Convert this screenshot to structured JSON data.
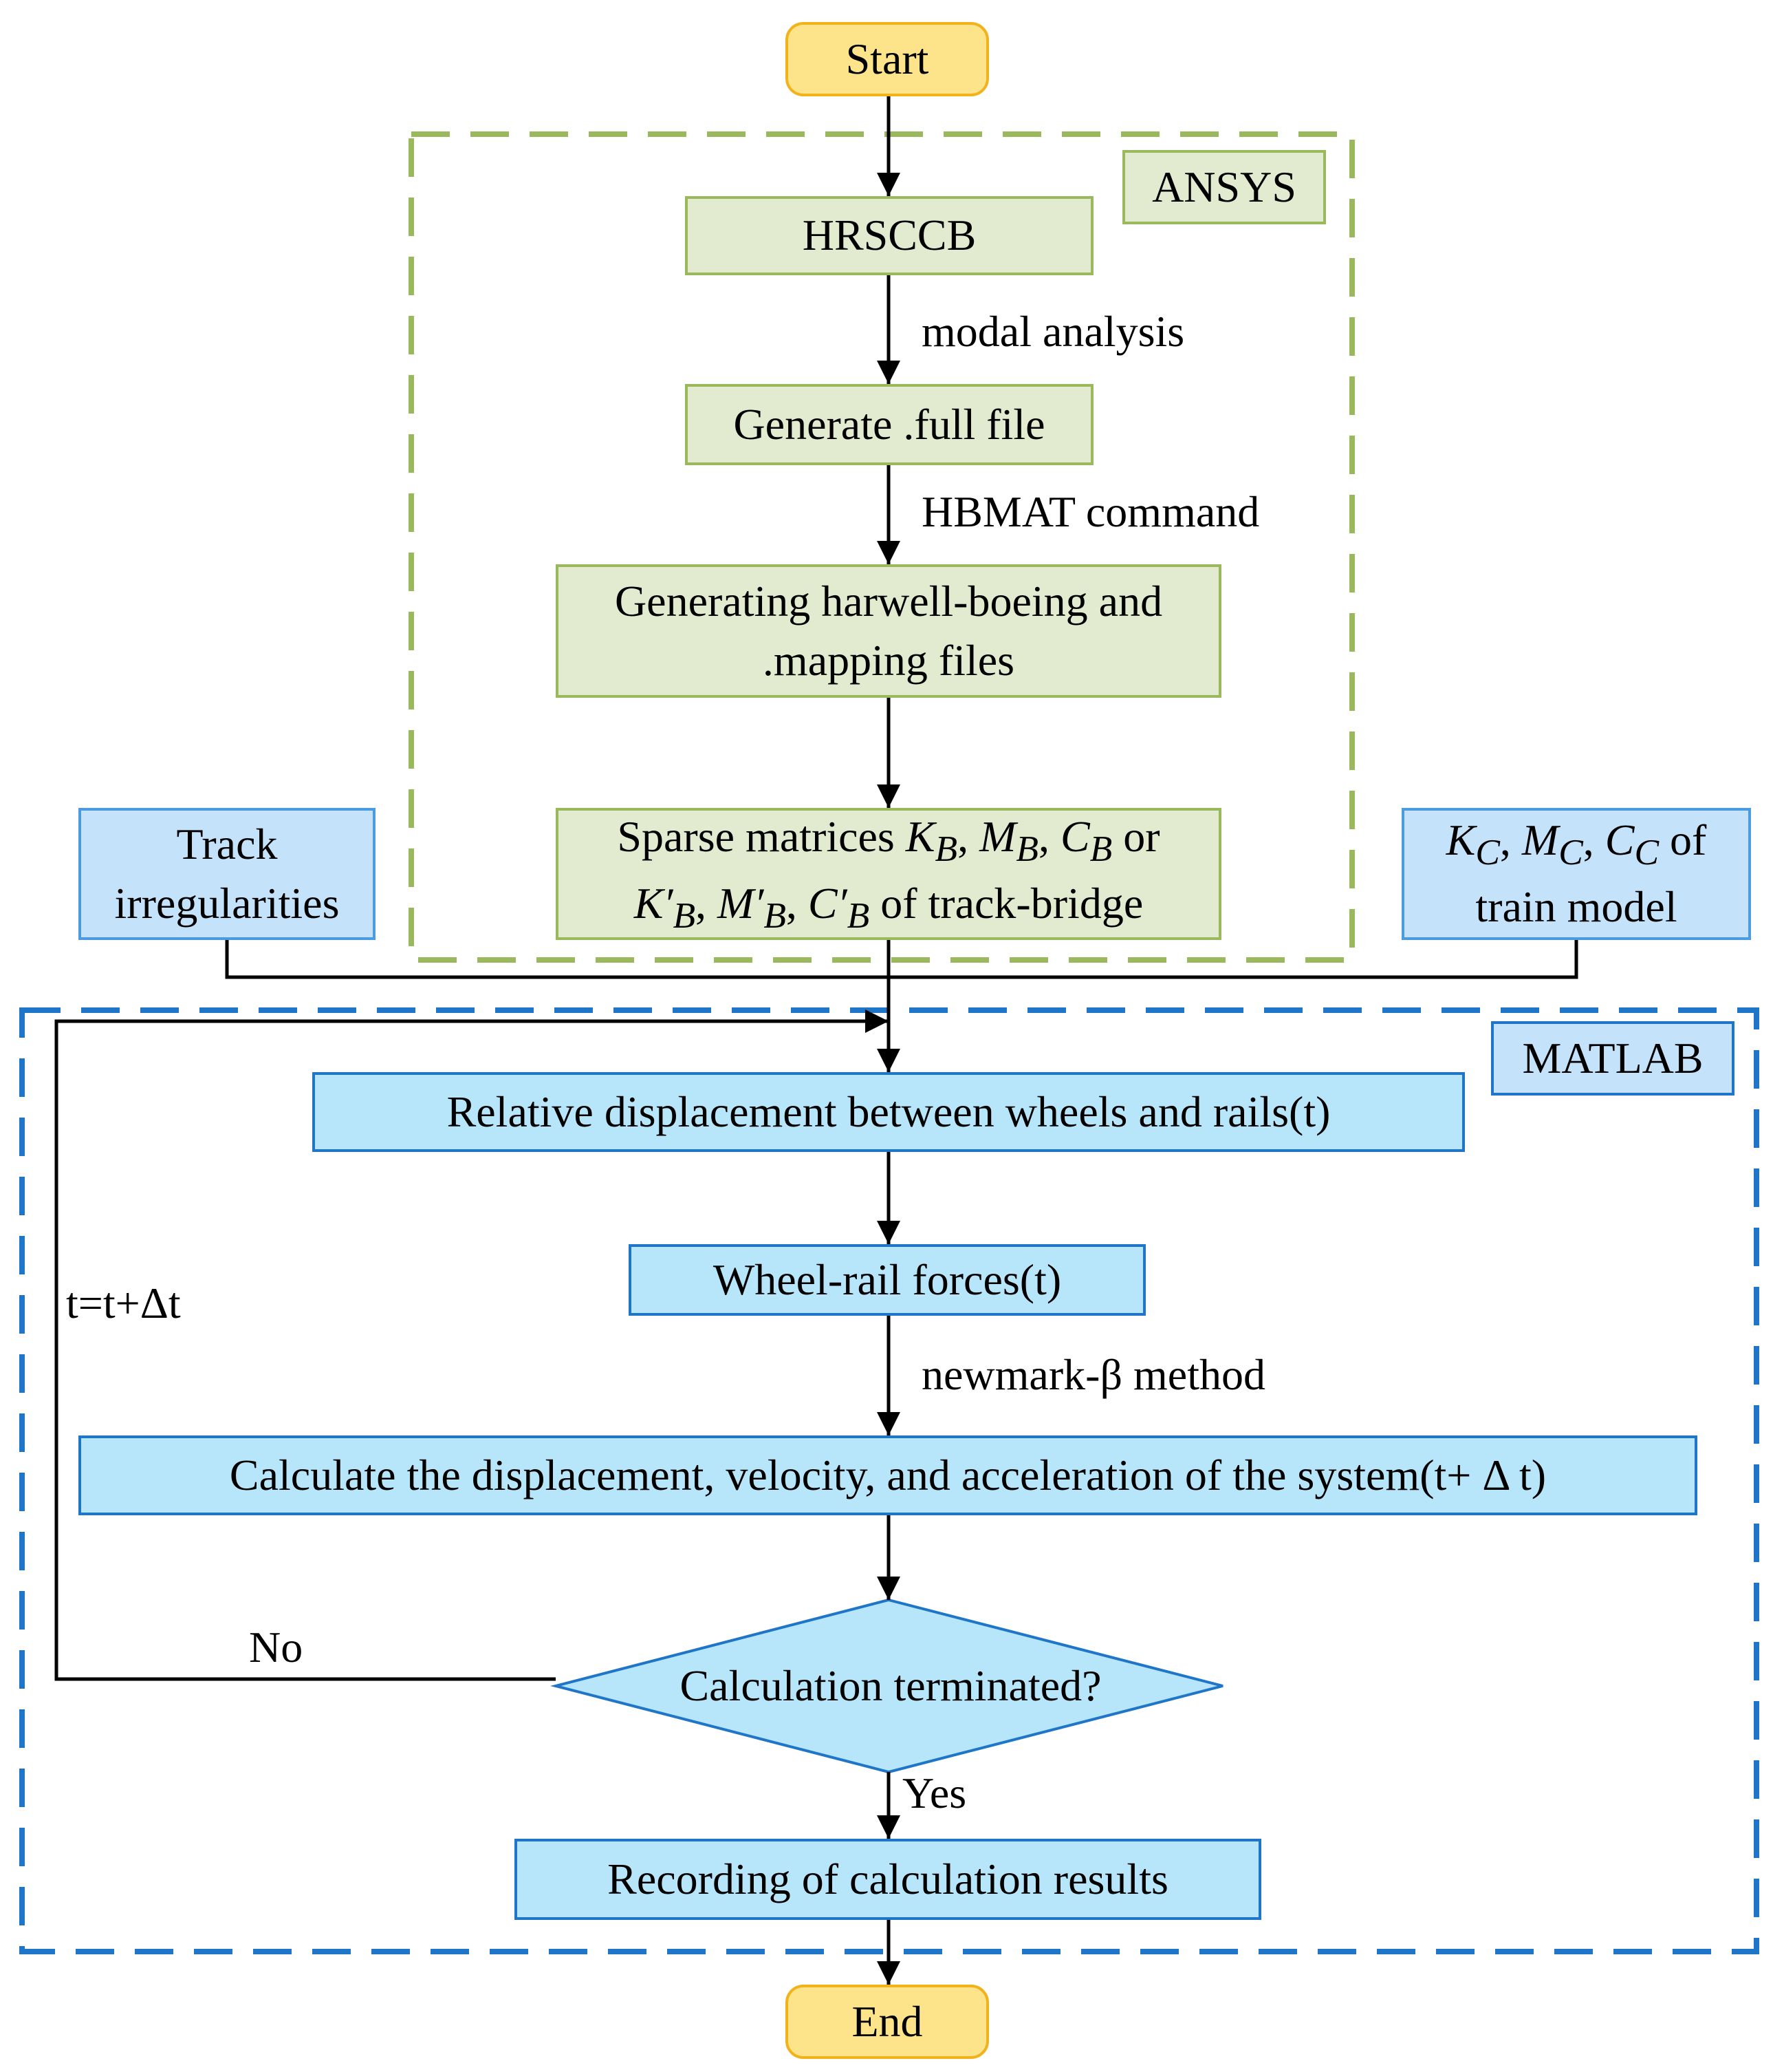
{
  "nodes": {
    "start": "Start",
    "end": "End",
    "hrsccb": "HRSCCB",
    "generate_full": "Generate .full file",
    "harwell_line1": "Generating harwell-boeing and",
    "harwell_line2": ".mapping files",
    "sparse_line1_prefix": "Sparse matrices ",
    "sparse_line1_suffix": " or",
    "sparse_line2_suffix": " of track-bridge",
    "track_line1": "Track",
    "track_line2": "irregularities",
    "train_line1_suffix": " of",
    "train_line2": "train model",
    "relative_disp": "Relative displacement between wheels and rails(t)",
    "wheel_rail": "Wheel-rail forces(t)",
    "calculate": "Calculate the displacement, velocity, and acceleration of the system(t+ Δ t)",
    "decision": "Calculation terminated?",
    "recording": "Recording of calculation results"
  },
  "math": {
    "K_B": "K",
    "M_B": "M",
    "C_B": "C",
    "Kp_B": "K′",
    "Mp_B": "M′",
    "Cp_B": "C′",
    "sub_B": "B",
    "K_C": "K",
    "M_C": "M",
    "C_C": "C",
    "sub_C": "C",
    "sep": ", "
  },
  "edge_labels": {
    "modal": "modal analysis",
    "hbmat": "HBMAT command",
    "newmark": "newmark-β method",
    "loop": "t=t+Δt",
    "no": "No",
    "yes": "Yes"
  },
  "groups": {
    "ansys": "ANSYS",
    "matlab": "MATLAB"
  },
  "colors": {
    "terminal_fill": "#fde38a",
    "terminal_border": "#f2b21b",
    "ansys_fill": "#e2ebd0",
    "ansys_border": "#9ab85c",
    "matlab_fill": "#b7e6fb",
    "matlab_border": "#1f76c8"
  }
}
